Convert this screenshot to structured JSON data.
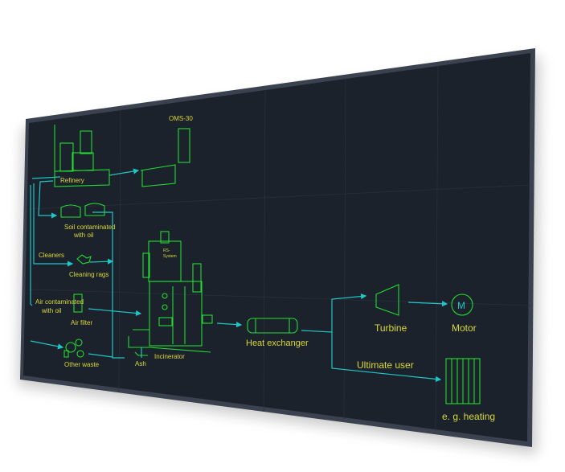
{
  "colors": {
    "panel": "#1c222b",
    "frame": "#3a4250",
    "flow": "#1fc6c6",
    "equipment": "#22dd33",
    "text": "#d8d83a"
  },
  "labels": {
    "oms": "OMS-30",
    "refinery": "Refinery",
    "soil_line1": "Soil contaminated",
    "soil_line2": "with oil",
    "cleaners": "Cleaners",
    "cleaning_rags": "Cleaning rags",
    "air_line1": "Air contaminated",
    "air_line2": "with oil",
    "air_filter": "Air filter",
    "other_waste": "Other waste",
    "ash": "Ash",
    "incinerator": "Incinerator",
    "rs_line1": "RS-",
    "rs_line2": "System",
    "heat_exchanger": "Heat exchanger",
    "turbine": "Turbine",
    "motor": "Motor",
    "motor_symbol": "M",
    "ultimate_user": "Ultimate user",
    "heating": "e. g. heating"
  }
}
